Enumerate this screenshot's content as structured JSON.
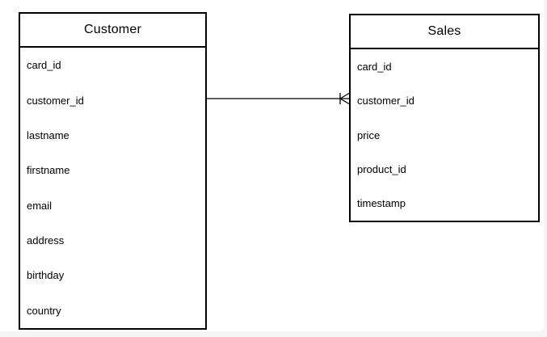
{
  "entities": [
    {
      "name": "Customer",
      "fields": [
        "card_id",
        "customer_id",
        "lastname",
        "firstname",
        "email",
        "address",
        "birthday",
        "country"
      ]
    },
    {
      "name": "Sales",
      "fields": [
        "card_id",
        "customer_id",
        "price",
        "product_id",
        "timestamp"
      ]
    }
  ],
  "relationship": {
    "from_entity": "Customer",
    "from_field": "customer_id",
    "to_entity": "Sales",
    "to_field": "customer_id",
    "end_marker": "crows-foot-with-one-tick"
  },
  "colors": {
    "stroke": "#000000",
    "entity_background": "#ffffff",
    "page_background": "#f5f5f6",
    "sheet_background": "#ffffff"
  }
}
